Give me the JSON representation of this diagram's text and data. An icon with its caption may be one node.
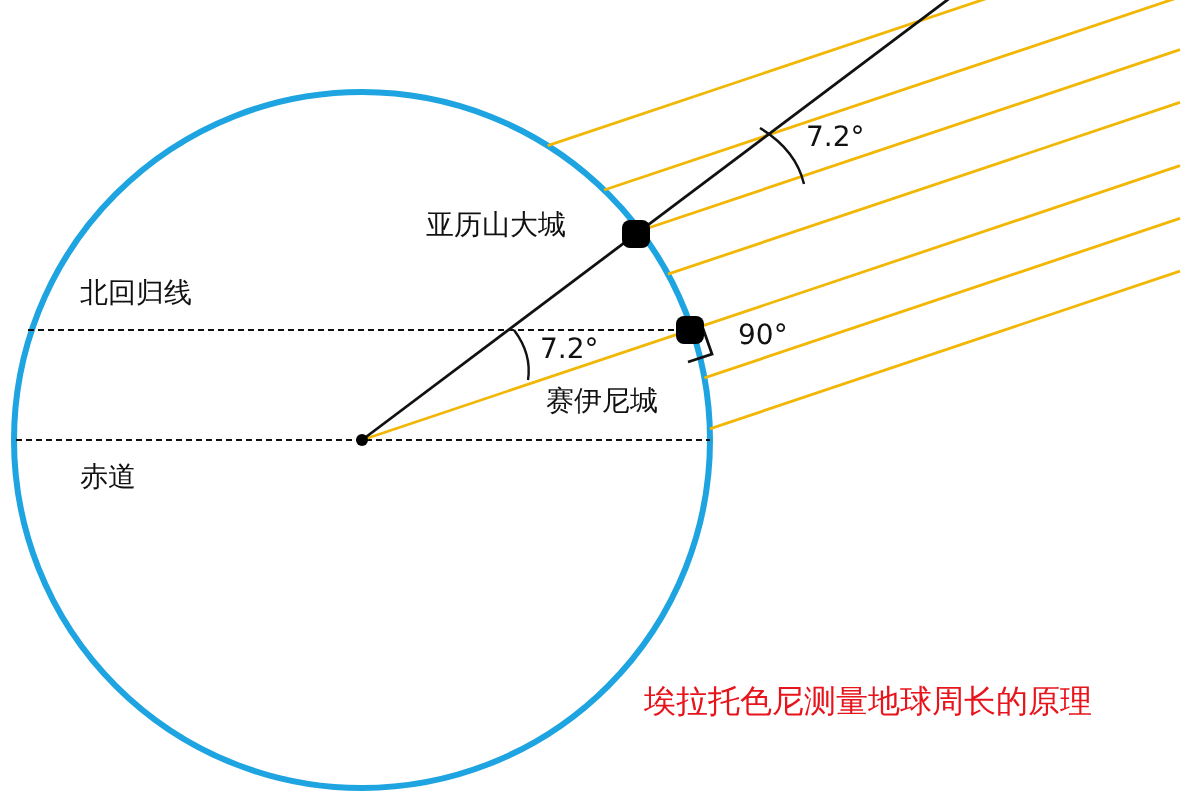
{
  "diagram": {
    "caption": "埃拉托色尼测量地球周长的原理",
    "labels": [
      "7.2°",
      "亚历山大城",
      "北回归线",
      "90°",
      "7.2°",
      "赛伊尼城",
      "赤道"
    ]
  }
}
